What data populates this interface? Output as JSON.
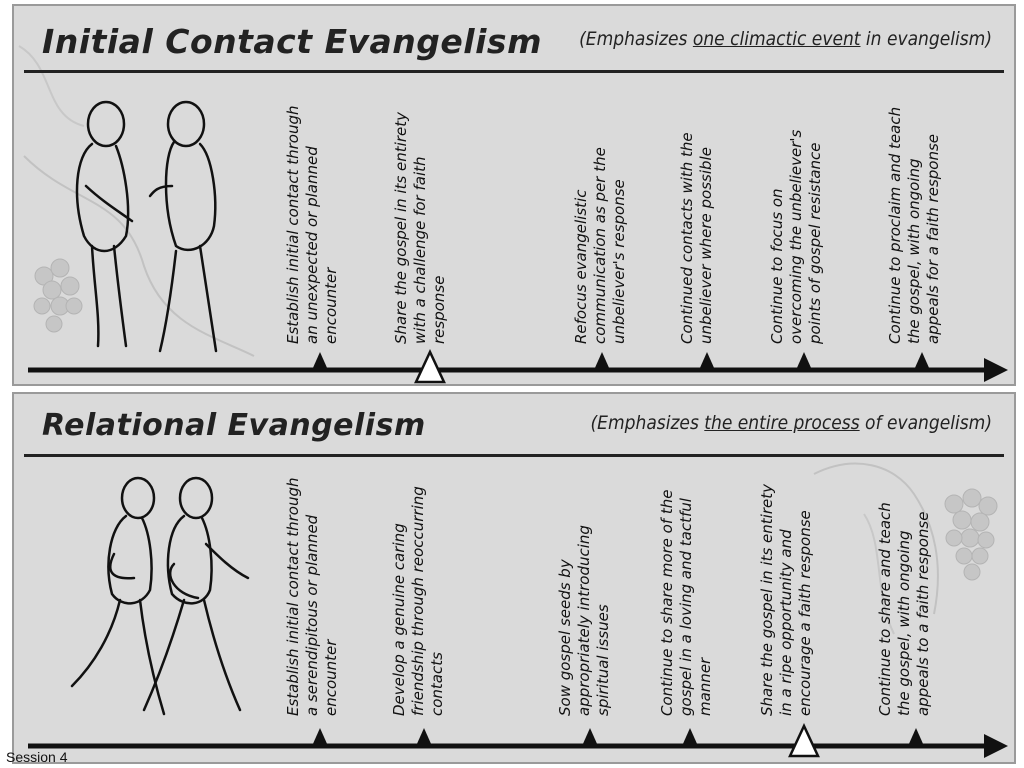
{
  "initial": {
    "title": "Initial Contact Evangelism",
    "subtitle_pre": "(Emphasizes ",
    "subtitle_underlined": "one climactic event",
    "subtitle_post": " in evangelism)",
    "steps": [
      "Establish initial contact through an unexpected or planned encounter",
      "Share the gospel in its entirety with a challenge for faith response",
      "Refocus evangelistic communication as per the unbeliever's response",
      "Continued contacts with the unbeliever where possible",
      "Continue to focus on overcoming the unbeliever's points of gospel resistance",
      "Continue to proclaim and teach the gospel, with ongoing appeals for a faith response"
    ]
  },
  "relational": {
    "title": "Relational Evangelism",
    "subtitle_pre": "(Emphasizes ",
    "subtitle_underlined": "the entire process",
    "subtitle_post": " of evangelism)",
    "steps": [
      "Establish initial contact through a serendipitous or planned encounter",
      "Develop a genuine caring friendship through reoccurring contacts",
      "Sow gospel seeds by appropriately introducing spiritual issues",
      "Continue to share more of the gospel in a loving and tactful manner",
      "Share the gospel in its entirety in a ripe opportunity and encourage a faith response",
      "Continue to share and teach the gospel, with ongoing appeals to a faith response"
    ]
  },
  "footer": "Session 4"
}
